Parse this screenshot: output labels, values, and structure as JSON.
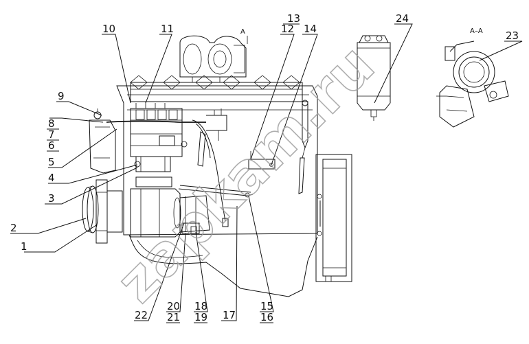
{
  "diagram": {
    "callouts": [
      {
        "id": "c1",
        "text": "1"
      },
      {
        "id": "c2",
        "text": "2"
      },
      {
        "id": "c3",
        "text": "3"
      },
      {
        "id": "c4",
        "text": "4"
      },
      {
        "id": "c5",
        "text": "5"
      },
      {
        "id": "c6",
        "text": "6"
      },
      {
        "id": "c7",
        "text": "7"
      },
      {
        "id": "c8",
        "text": "8"
      },
      {
        "id": "c9",
        "text": "9"
      },
      {
        "id": "c10",
        "text": "10"
      },
      {
        "id": "c11",
        "text": "11"
      },
      {
        "id": "c12",
        "text": "12"
      },
      {
        "id": "c13",
        "text": "13"
      },
      {
        "id": "c14",
        "text": "14"
      },
      {
        "id": "c15",
        "text": "15"
      },
      {
        "id": "c16",
        "text": "16"
      },
      {
        "id": "c17",
        "text": "17"
      },
      {
        "id": "c18",
        "text": "18"
      },
      {
        "id": "c19",
        "text": "19"
      },
      {
        "id": "c20",
        "text": "20"
      },
      {
        "id": "c21",
        "text": "21"
      },
      {
        "id": "c22",
        "text": "22"
      },
      {
        "id": "c23",
        "text": "23"
      },
      {
        "id": "c24",
        "text": "24"
      }
    ],
    "section_marker": "A",
    "section_title": "A–A",
    "watermark": "zapkam.ru"
  }
}
